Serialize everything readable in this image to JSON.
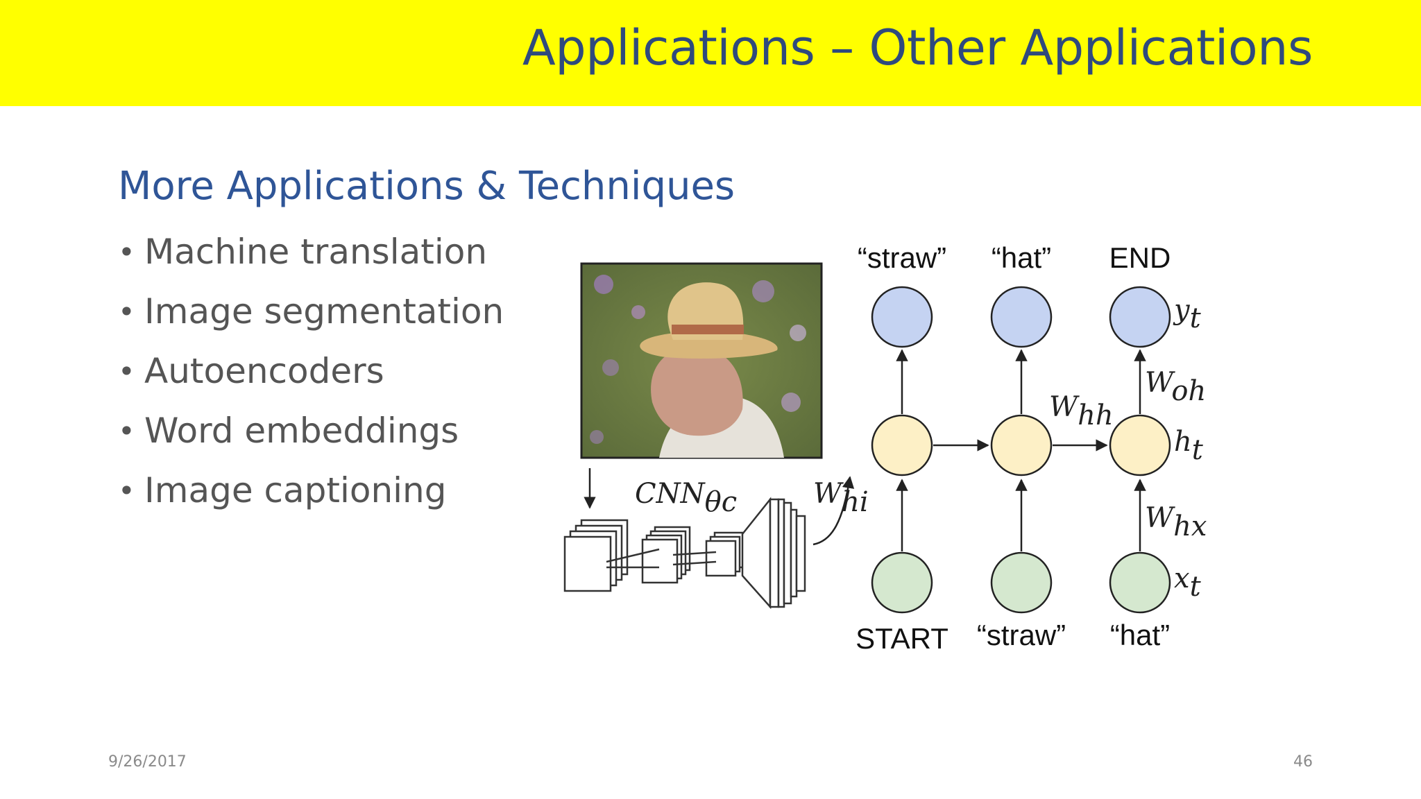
{
  "slide": {
    "title": "Applications – Other Applications",
    "subtitle": "More Applications & Techniques",
    "bullets": [
      "Machine translation",
      "Image segmentation",
      "Autoencoders",
      "Word embeddings",
      "Image captioning"
    ],
    "footer_date": "9/26/2017",
    "footer_page": "46"
  },
  "figure": {
    "output_labels": [
      "“straw”",
      "“hat”",
      "END"
    ],
    "input_labels": [
      "START",
      "“straw”",
      "“hat”"
    ],
    "cnn_label": "CNN",
    "cnn_sub": "θc",
    "weights": {
      "w_hi": {
        "base": "W",
        "sub": "hi"
      },
      "w_hh": {
        "base": "W",
        "sub": "hh"
      },
      "w_oh": {
        "base": "W",
        "sub": "oh"
      },
      "w_hx": {
        "base": "W",
        "sub": "hx"
      }
    },
    "node_labels": {
      "y": {
        "base": "y",
        "sub": "t"
      },
      "h": {
        "base": "h",
        "sub": "t"
      },
      "x": {
        "base": "x",
        "sub": "t"
      }
    },
    "colors": {
      "title_bar": "#ffff00",
      "title_text": "#2f4a7d",
      "subtitle_text": "#2f5597",
      "output_node": "#c5d3f2",
      "hidden_node": "#fdf0c6",
      "input_node": "#d5e8cf"
    },
    "photo": "man-wearing-straw-hat-photo"
  }
}
